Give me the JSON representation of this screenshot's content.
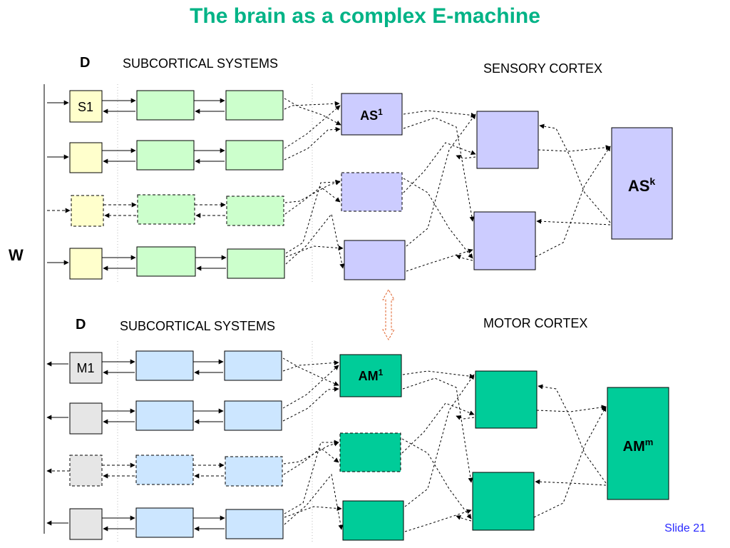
{
  "title": "The brain as a complex E-machine",
  "labels": {
    "d_top": "D",
    "d_bottom": "D",
    "w": "W",
    "subcortical_top": "SUBCORTICAL SYSTEMS",
    "subcortical_bottom": "SUBCORTICAL SYSTEMS",
    "sensory_cortex": "SENSORY CORTEX",
    "motor_cortex": "MOTOR CORTEX"
  },
  "nodes": {
    "s1": "S1",
    "m1": "M1",
    "as1": {
      "base": "AS",
      "sup": "1"
    },
    "ask": {
      "base": "AS",
      "sup": "k"
    },
    "am1": {
      "base": "AM",
      "sup": "1"
    },
    "amm": {
      "base": "AM",
      "sup": "m"
    }
  },
  "footer": {
    "slide": "Slide 21"
  },
  "colors": {
    "title": "#00b386",
    "sensor_yellow": "#ffffcc",
    "subcortical_green": "#ccffcc",
    "sensory_lavender": "#ccccff",
    "motor_gray": "#e6e6e6",
    "subcortical_blue": "#cce6ff",
    "motor_teal": "#00cc99",
    "exchange_arrow": "#e0622a",
    "slide_number": "#2a2aff"
  }
}
